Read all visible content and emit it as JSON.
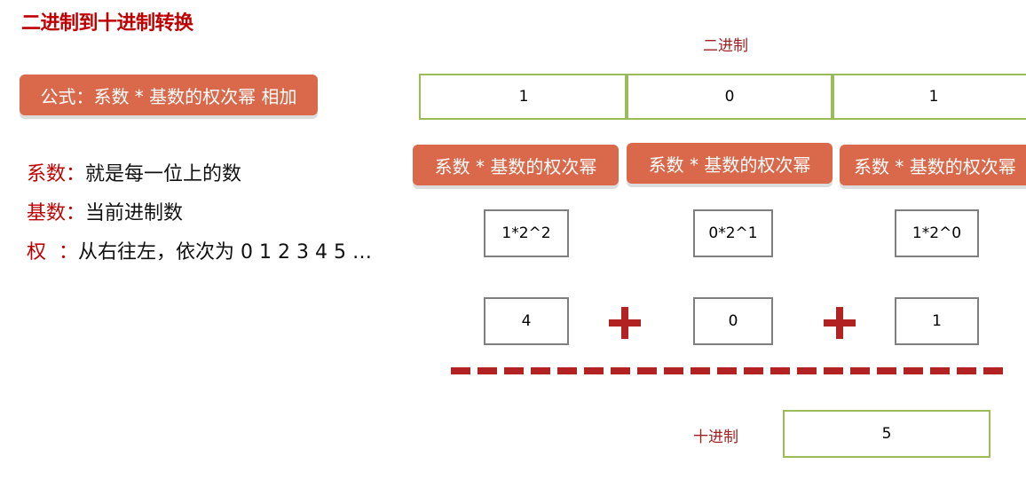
{
  "title": "二进制到十进制转换",
  "formula": "公式：系数 * 基数的权次幂 相加",
  "definitions": [
    {
      "term": "系数",
      "sep": "：",
      "desc": "就是每一位上的数"
    },
    {
      "term": "基数",
      "sep": "：",
      "desc": "当前进制数"
    },
    {
      "term": "权  ",
      "sep": "：",
      "desc": "从右往左，依次为 0 1 2 3 4 5 …"
    }
  ],
  "binary_label": "二进制",
  "binary_digits": [
    "1",
    "0",
    "1"
  ],
  "term_label": "系数 * 基数的权次幂",
  "expressions": [
    "1*2^2",
    "0*2^1",
    "1*2^0"
  ],
  "products": [
    "4",
    "0",
    "1"
  ],
  "decimal_label": "十进制",
  "decimal_result": "5",
  "colors": {
    "title": "#c00000",
    "pill": "#d9694a",
    "cell_border": "#9bbb59",
    "operator": "#b22222"
  }
}
